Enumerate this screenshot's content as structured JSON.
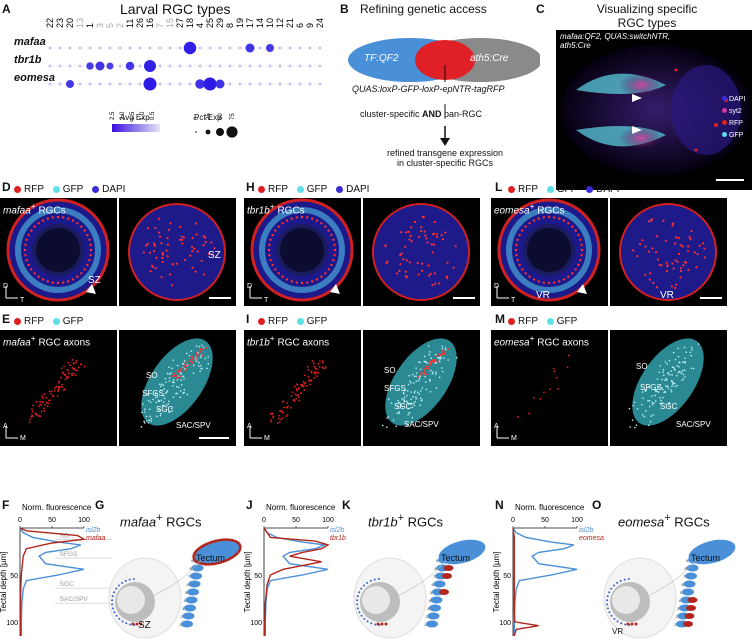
{
  "panels": {
    "A": {
      "letter": "A",
      "title": "Larval RGC types",
      "columns": [
        "22",
        "23",
        "20",
        "13",
        "1",
        "3",
        "5",
        "2",
        "11",
        "26",
        "16",
        "7",
        "15",
        "27",
        "18",
        "4",
        "25",
        "29",
        "8",
        "19",
        "17",
        "14",
        "10",
        "12",
        "21",
        "6",
        "9",
        "24"
      ],
      "genes": [
        "mafaa",
        "tbr1b",
        "eomesa"
      ],
      "avg_exp_label": "Avg Exp",
      "avg_exp_ticks": [
        "2.5",
        "2.0",
        "1.5",
        "1.0",
        "0.5"
      ],
      "pct_exp_label": "Pct Exp",
      "pct_exp_ticks": [
        "0",
        "25",
        "50",
        "75"
      ]
    },
    "B": {
      "letter": "B",
      "title": "Refining genetic access",
      "left_circle": "TF:QF2",
      "right_circle": "ath5:Cre",
      "construct": "QUAS:loxP-GFP-loxP-epNTR-tagRFP",
      "step_pre": "cluster-specific ",
      "step_bold": "AND",
      "step_post": " pan-RGC",
      "result_line1": "refined transgene expression",
      "result_line2": "in cluster-specific RGCs"
    },
    "C": {
      "letter": "C",
      "title_line1": "Visualizing specific",
      "title_line2": "RGC types",
      "label_line1": "mafaa:QF2, QUAS:switchNTR,",
      "label_line2": "ath5:Cre",
      "legend": [
        {
          "name": "DAPI",
          "color": "#3b2bd6"
        },
        {
          "name": "syt2",
          "color": "#d43aa0"
        },
        {
          "name": "RFP",
          "color": "#e02020"
        },
        {
          "name": "GFP",
          "color": "#5fe0e8"
        }
      ]
    },
    "D": {
      "letter": "D",
      "label_gene": "mafaa",
      "label_rest": " RGCs",
      "arrow1": "SZ",
      "arrow2": "SZ",
      "ax_v": "D",
      "ax_h": "T"
    },
    "H": {
      "letter": "H",
      "label_gene": "tbr1b",
      "label_rest": " RGCs",
      "ax_v": "D",
      "ax_h": "T"
    },
    "L": {
      "letter": "L",
      "label_gene": "eomesa",
      "label_rest": " RGCs",
      "arrow1": "VR",
      "arrow2": "VR",
      "ax_v": "D",
      "ax_h": "T"
    },
    "E": {
      "letter": "E",
      "label_gene": "mafaa",
      "label_rest": " RGC axons",
      "ax_v": "A",
      "ax_h": "M",
      "layers": [
        "SO",
        "SFGS",
        "SGC",
        "SAC/SPV"
      ]
    },
    "I": {
      "letter": "I",
      "label_gene": "tbr1b",
      "label_rest": " RGC axons",
      "ax_v": "A",
      "ax_h": "M",
      "layers": [
        "SO",
        "SFGS",
        "SGC",
        "SAC/SPV"
      ]
    },
    "M": {
      "letter": "M",
      "label_gene": "eomesa",
      "label_rest": " RGC axons",
      "ax_v": "A",
      "ax_h": "M",
      "layers": [
        "SO",
        "SFGS",
        "SGC",
        "SAC/SPV"
      ]
    },
    "F": {
      "letter": "F",
      "gene": "mafaa"
    },
    "J": {
      "letter": "J",
      "gene": "tbr1b"
    },
    "N": {
      "letter": "N",
      "gene": "eomesa"
    },
    "G": {
      "letter": "G",
      "gene": "mafaa",
      "rest": " RGCs",
      "arrow": "SZ"
    },
    "K": {
      "letter": "K",
      "gene": "tbr1b",
      "rest": " RGCs"
    },
    "O": {
      "letter": "O",
      "gene": "eomesa",
      "rest": " RGCs",
      "arrow": "VR"
    }
  },
  "channel_legend": {
    "rfp": "RFP",
    "gfp": "GFP",
    "dapi": "DAPI"
  },
  "profile_common": {
    "xlabel": "Norm. fluorescence",
    "ylabel": "Tectal depth [µm]",
    "xticks": [
      "0",
      "50",
      "100"
    ],
    "yticks": [
      "50",
      "100"
    ],
    "ref": "isl2b",
    "layers": [
      "SO",
      "SFGS",
      "SGC",
      "SAC/SPV"
    ],
    "tectum": "Tectum"
  },
  "dotplot": {
    "mafaa": [
      0.15,
      0.15,
      0.15,
      0.15,
      0.15,
      0.15,
      0.15,
      0.15,
      0.15,
      0.15,
      0.15,
      0.15,
      0.15,
      0.15,
      0.85,
      0.15,
      0.15,
      0.15,
      0.15,
      0.15,
      0.5,
      0.15,
      0.4,
      0.15,
      0.15,
      0.15,
      0.15,
      0.15
    ],
    "tbr1b": [
      0.15,
      0.15,
      0.15,
      0.15,
      0.35,
      0.5,
      0.3,
      0.15,
      0.45,
      0.15,
      0.8,
      0.15,
      0.15,
      0.15,
      0.15,
      0.15,
      0.15,
      0.15,
      0.15,
      0.15,
      0.15,
      0.15,
      0.15,
      0.15,
      0.15,
      0.15,
      0.15,
      0.15
    ],
    "eomesa": [
      0.15,
      0.15,
      0.4,
      0.15,
      0.15,
      0.15,
      0.15,
      0.15,
      0.15,
      0.15,
      0.9,
      0.15,
      0.15,
      0.15,
      0.15,
      0.55,
      0.9,
      0.5,
      0.15,
      0.15,
      0.15,
      0.15,
      0.15,
      0.15,
      0.15,
      0.15,
      0.15,
      0.15
    ]
  },
  "chart_data": [
    {
      "type": "line",
      "name_hint": "F",
      "xlabel": "Norm. fluorescence",
      "ylabel": "Tectal depth [µm]",
      "xlim": [
        0,
        100
      ],
      "ylim": [
        0,
        115
      ],
      "series": [
        {
          "name": "isl2b",
          "color": "#4a90d9",
          "x": [
            0,
            5,
            20,
            60,
            95,
            80,
            40,
            30,
            40,
            100,
            60,
            10,
            5,
            3,
            2,
            2
          ],
          "y": [
            0,
            5,
            10,
            15,
            18,
            22,
            26,
            30,
            38,
            44,
            50,
            56,
            65,
            80,
            100,
            115
          ]
        },
        {
          "name": "mafaa",
          "color": "#b3261e",
          "x": [
            0,
            10,
            90,
            100,
            50,
            10,
            5,
            2,
            1,
            1,
            1,
            1
          ],
          "y": [
            0,
            3,
            8,
            12,
            16,
            22,
            30,
            50,
            70,
            90,
            100,
            115
          ]
        }
      ]
    },
    {
      "type": "line",
      "name_hint": "J",
      "xlabel": "Norm. fluorescence",
      "ylabel": "Tectal depth [µm]",
      "xlim": [
        0,
        100
      ],
      "ylim": [
        0,
        115
      ],
      "series": [
        {
          "name": "isl2b",
          "color": "#4a90d9",
          "x": [
            0,
            5,
            20,
            60,
            95,
            80,
            40,
            30,
            40,
            100,
            60,
            10,
            5,
            3,
            2,
            2
          ],
          "y": [
            0,
            5,
            10,
            15,
            18,
            22,
            26,
            30,
            38,
            44,
            50,
            56,
            65,
            80,
            100,
            115
          ]
        },
        {
          "name": "tbr1b",
          "color": "#b3261e",
          "x": [
            0,
            5,
            10,
            80,
            100,
            90,
            60,
            40,
            90,
            30,
            10,
            5,
            2,
            1
          ],
          "y": [
            0,
            5,
            10,
            14,
            18,
            22,
            26,
            30,
            36,
            44,
            50,
            60,
            80,
            115
          ]
        }
      ]
    },
    {
      "type": "line",
      "name_hint": "N",
      "xlabel": "Norm. fluorescence",
      "ylabel": "Tectal depth [µm]",
      "xlim": [
        0,
        100
      ],
      "ylim": [
        0,
        115
      ],
      "series": [
        {
          "name": "isl2b",
          "color": "#4a90d9",
          "x": [
            0,
            5,
            20,
            60,
            95,
            80,
            40,
            30,
            40,
            100,
            60,
            10,
            5,
            3,
            2,
            2
          ],
          "y": [
            0,
            5,
            10,
            15,
            18,
            22,
            26,
            30,
            38,
            44,
            50,
            56,
            65,
            80,
            100,
            115
          ]
        },
        {
          "name": "eomesa",
          "color": "#b3261e",
          "x": [
            0,
            2,
            2,
            2,
            2,
            2,
            3,
            40,
            5,
            2
          ],
          "y": [
            0,
            10,
            30,
            50,
            70,
            90,
            100,
            104,
            108,
            115
          ]
        }
      ]
    }
  ]
}
